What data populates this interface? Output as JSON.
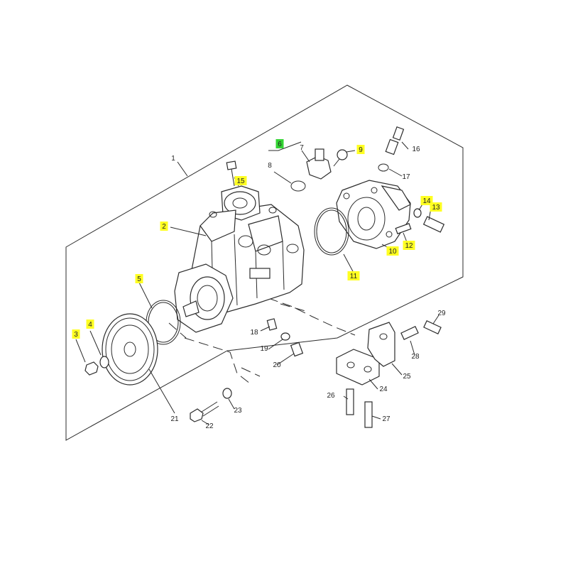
{
  "callouts": [
    {
      "id": "c1",
      "text": "1",
      "highlight": "none"
    },
    {
      "id": "c2",
      "text": "2",
      "highlight": "yellow"
    },
    {
      "id": "c3",
      "text": "3",
      "highlight": "yellow"
    },
    {
      "id": "c4",
      "text": "4",
      "highlight": "yellow"
    },
    {
      "id": "c5",
      "text": "5",
      "highlight": "yellow"
    },
    {
      "id": "c6",
      "text": "6",
      "highlight": "green"
    },
    {
      "id": "c7",
      "text": "7",
      "highlight": "none"
    },
    {
      "id": "c8",
      "text": "8",
      "highlight": "none"
    },
    {
      "id": "c9",
      "text": "9",
      "highlight": "yellow"
    },
    {
      "id": "c10",
      "text": "10",
      "highlight": "yellow"
    },
    {
      "id": "c11",
      "text": "11",
      "highlight": "yellow"
    },
    {
      "id": "c12",
      "text": "12",
      "highlight": "yellow"
    },
    {
      "id": "c13",
      "text": "13",
      "highlight": "yellow"
    },
    {
      "id": "c14",
      "text": "14",
      "highlight": "yellow"
    },
    {
      "id": "c15",
      "text": "15",
      "highlight": "yellow"
    },
    {
      "id": "c16",
      "text": "16",
      "highlight": "none"
    },
    {
      "id": "c17",
      "text": "17",
      "highlight": "none"
    },
    {
      "id": "c18",
      "text": "18",
      "highlight": "none"
    },
    {
      "id": "c19",
      "text": "19",
      "highlight": "none"
    },
    {
      "id": "c20",
      "text": "20",
      "highlight": "none"
    },
    {
      "id": "c21",
      "text": "21",
      "highlight": "none"
    },
    {
      "id": "c22",
      "text": "22",
      "highlight": "none"
    },
    {
      "id": "c23",
      "text": "23",
      "highlight": "none"
    },
    {
      "id": "c24",
      "text": "24",
      "highlight": "none"
    },
    {
      "id": "c25",
      "text": "25",
      "highlight": "none"
    },
    {
      "id": "c26",
      "text": "26",
      "highlight": "none"
    },
    {
      "id": "c27",
      "text": "27",
      "highlight": "none"
    },
    {
      "id": "c28",
      "text": "28",
      "highlight": "none"
    },
    {
      "id": "c29",
      "text": "29",
      "highlight": "none"
    }
  ],
  "colors": {
    "highlight_yellow": "#ffff22",
    "highlight_green": "#33d433",
    "line": "#2b2b2b"
  }
}
